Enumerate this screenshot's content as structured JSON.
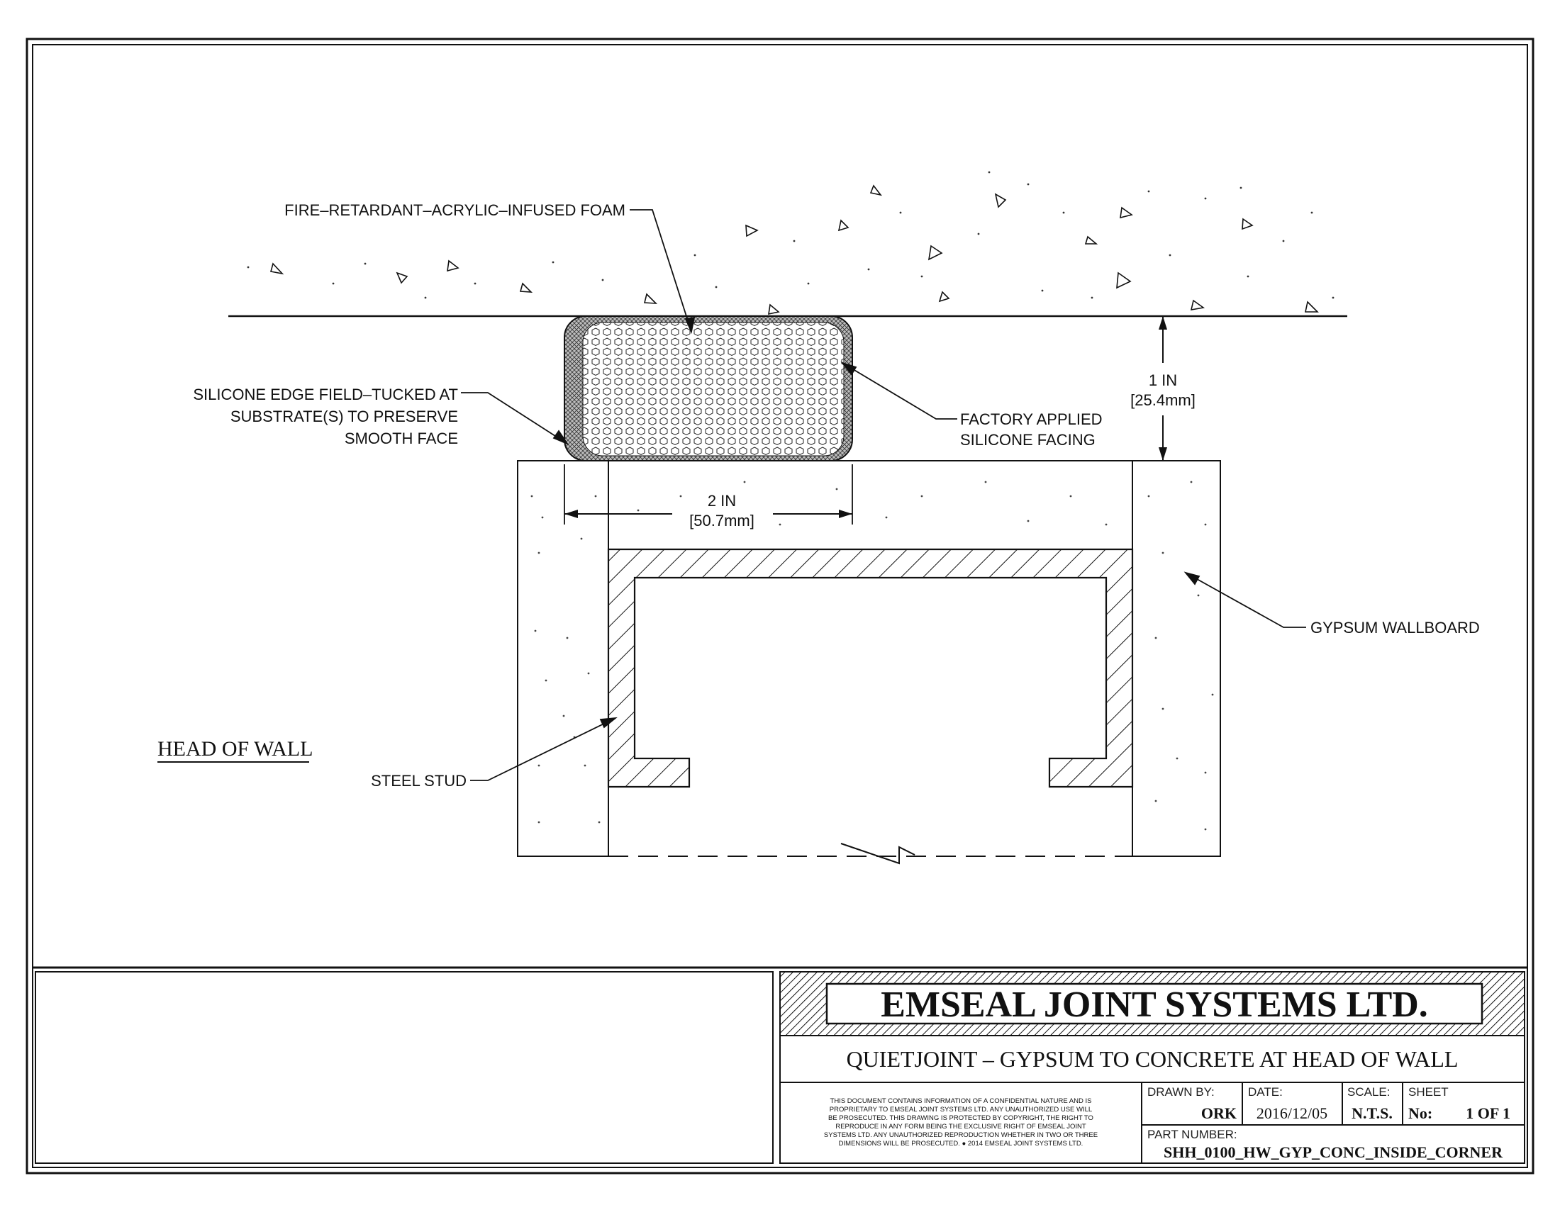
{
  "callouts": {
    "foam": "FIRE–RETARDANT–ACRYLIC–INFUSED FOAM",
    "silicone_edge": [
      "SILICONE EDGE FIELD–TUCKED AT",
      "SUBSTRATE(S) TO PRESERVE",
      "SMOOTH FACE"
    ],
    "factory_facing": [
      "FACTORY APPLIED",
      "SILICONE FACING"
    ],
    "gypsum": "GYPSUM WALLBOARD",
    "steel_stud": "STEEL STUD"
  },
  "dimensions": {
    "height_in": "1 IN",
    "height_mm": "[25.4mm]",
    "width_in": "2 IN",
    "width_mm": "[50.7mm]"
  },
  "view_title": "HEAD OF WALL",
  "title_block": {
    "company": "EMSEAL JOINT SYSTEMS LTD.",
    "drawing_title": "QUIETJOINT – GYPSUM TO CONCRETE AT HEAD OF WALL",
    "disclaimer": [
      "THIS DOCUMENT CONTAINS INFORMATION OF A CONFIDENTIAL NATURE AND IS",
      "PROPRIETARY TO EMSEAL JOINT SYSTEMS LTD. ANY UNAUTHORIZED USE WILL",
      "BE PROSECUTED. THIS DRAWING IS PROTECTED BY COPYRIGHT, THE RIGHT TO",
      "REPRODUCE IN ANY FORM BEING THE EXCLUSIVE RIGHT OF EMSEAL JOINT",
      "SYSTEMS LTD. ANY UNAUTHORIZED REPRODUCTION WHETHER IN TWO OR THREE",
      "DIMENSIONS WILL BE PROSECUTED. ● 2014 EMSEAL JOINT SYSTEMS LTD."
    ],
    "drawn_by_label": "DRAWN BY:",
    "drawn_by": "ORK",
    "date_label": "DATE:",
    "date": "2016/12/05",
    "scale_label": "SCALE:",
    "scale": "N.T.S.",
    "sheet_label": "SHEET",
    "sheet_no_label": "No:",
    "sheet": "1 OF 1",
    "part_number_label": "PART NUMBER:",
    "part_number": "SHH_0100_HW_GYP_CONC_INSIDE_CORNER"
  }
}
